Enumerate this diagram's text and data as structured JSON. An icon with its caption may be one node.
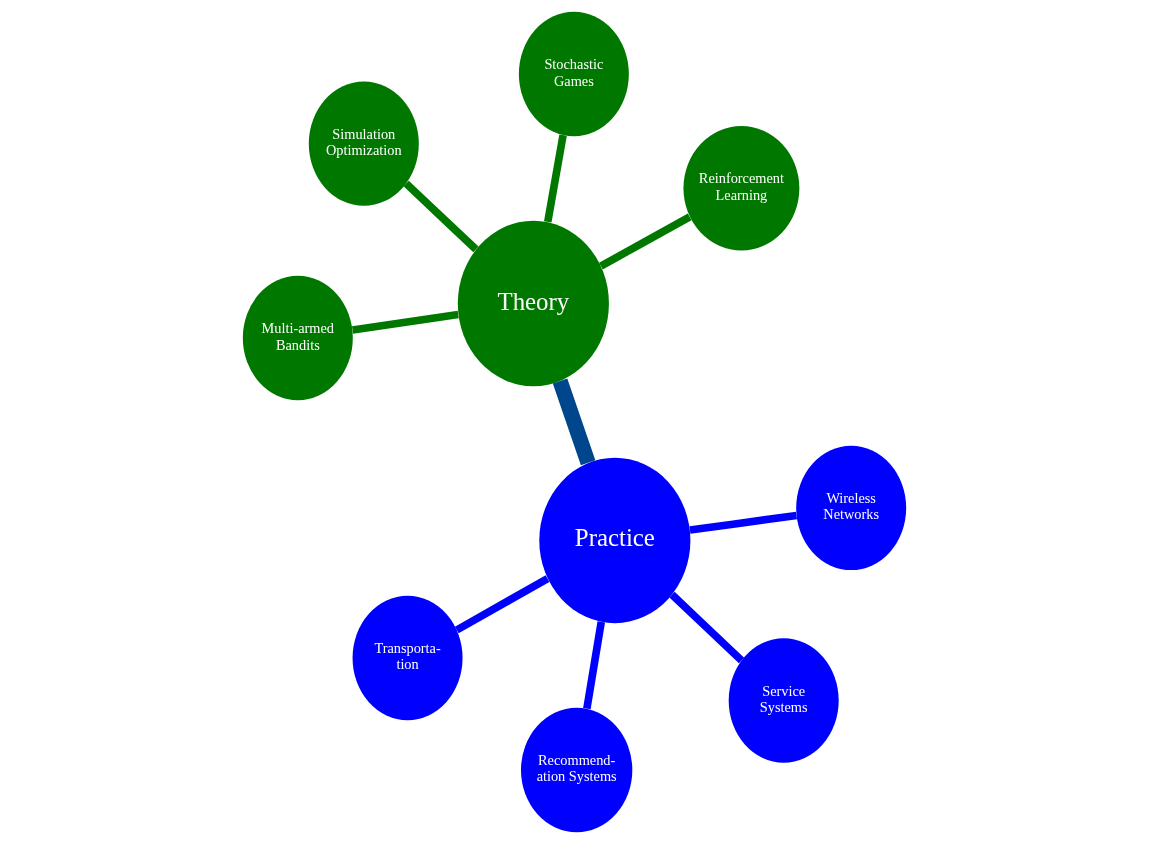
{
  "diagram": {
    "nodes": [
      {
        "text": [
          "Theory"
        ]
      },
      {
        "text": [
          "Reinforcement Learning"
        ]
      },
      {
        "text": [
          "Multi-armed Bandits"
        ]
      },
      {
        "text": [
          "Simulation Optimization"
        ]
      },
      {
        "text": [
          "Stochastic Games"
        ]
      },
      {
        "text": [
          "Practice"
        ]
      },
      {
        "text": [
          "Transporta- tion"
        ]
      },
      {
        "text": [
          "Wireless Networks"
        ]
      },
      {
        "text": [
          "Recommend- ation Systems"
        ]
      },
      {
        "text": [
          "Service Systems"
        ]
      }
    ],
    "edges": [
      {
        "from": 0,
        "to": 5,
        "arrow": "none",
        "style": "thick",
        "color": "#00468c"
      },
      {
        "from": 0,
        "to": 1,
        "arrow": "none"
      },
      {
        "from": 0,
        "to": 2,
        "arrow": "none"
      },
      {
        "from": 0,
        "to": 3,
        "arrow": "none"
      },
      {
        "from": 0,
        "to": 4,
        "arrow": "none"
      },
      {
        "from": 5,
        "to": 6,
        "arrow": "none",
        "color": "#0000ff"
      },
      {
        "from": 5,
        "to": 7,
        "arrow": "none",
        "color": "#0000ff"
      },
      {
        "from": 5,
        "to": 8,
        "arrow": "none",
        "color": "#0000ff"
      },
      {
        "from": 5,
        "to": 9,
        "arrow": "none",
        "color": "#0000ff"
      }
    ]
  }
}
